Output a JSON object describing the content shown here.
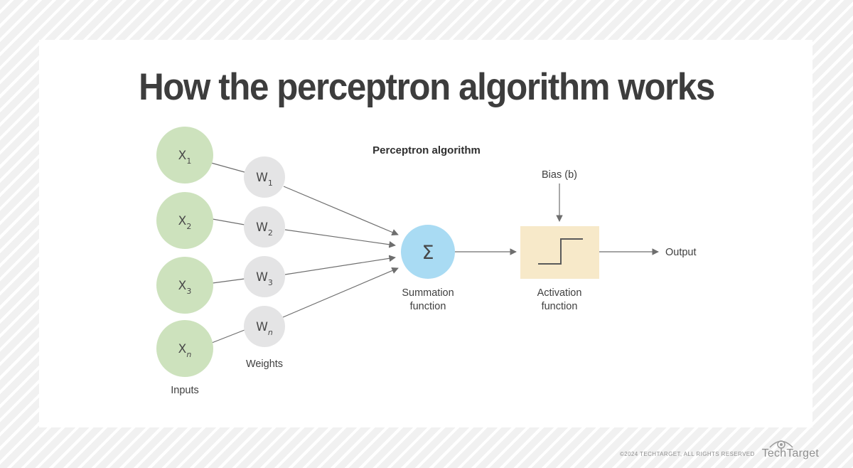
{
  "title": "How the perceptron algorithm works",
  "diagram": {
    "heading": "Perceptron algorithm",
    "colors": {
      "input": "#cde2bd",
      "weight": "#e4e4e5",
      "summation": "#a9dbf3",
      "activation": "#f7e9c9"
    },
    "inputs": {
      "nodes": [
        {
          "base": "X",
          "sub": "1"
        },
        {
          "base": "X",
          "sub": "2"
        },
        {
          "base": "X",
          "sub": "3"
        },
        {
          "base": "X",
          "sub": "n"
        }
      ],
      "caption": "Inputs"
    },
    "weights": {
      "nodes": [
        {
          "base": "W",
          "sub": "1"
        },
        {
          "base": "W",
          "sub": "2"
        },
        {
          "base": "W",
          "sub": "3"
        },
        {
          "base": "W",
          "sub": "n"
        }
      ],
      "caption": "Weights"
    },
    "summation": {
      "symbol": "Σ",
      "caption_line1": "Summation",
      "caption_line2": "function"
    },
    "bias": {
      "label": "Bias (b)"
    },
    "activation": {
      "caption_line1": "Activation",
      "caption_line2": "function"
    },
    "output": {
      "label": "Output"
    }
  },
  "footer": {
    "copyright": "©2024 TECHTARGET, ALL RIGHTS RESERVED",
    "brand": "TechTarget"
  }
}
